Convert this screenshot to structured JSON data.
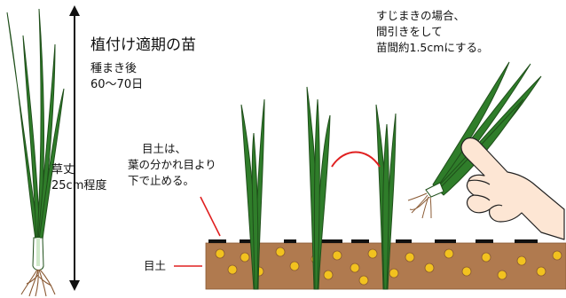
{
  "seedling_title": "植付け適期の苗",
  "sowing_note": {
    "line1": "種まき後",
    "line2": "60〜70日"
  },
  "height_note": {
    "line1": "草丈",
    "line2": "25cm程度"
  },
  "soil_cover_note": {
    "line1": "目土は、",
    "line2": "葉の分かれ目より",
    "line3": "下で止める。"
  },
  "soil_label": "目土",
  "thinning_note": {
    "line1": "すじまきの場合、",
    "line2": "間引きをして",
    "line3": "苗間約1.5cmにする。"
  },
  "colors": {
    "leaf": "#2f7d2a",
    "leaf_dark": "#1f4f1a",
    "soil": "#b07a4f",
    "pellet": "#f2c21f",
    "accent_red": "#e02020"
  }
}
